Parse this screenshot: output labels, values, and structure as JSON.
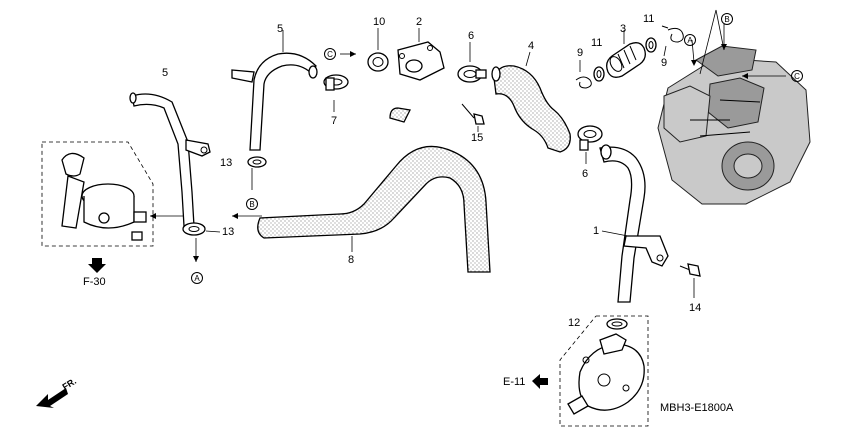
{
  "diagram": {
    "part_numbers": {
      "p1": "1",
      "p2": "2",
      "p3": "3",
      "p4": "4",
      "p5a": "5",
      "p5b": "5",
      "p6a": "6",
      "p6b": "6",
      "p7": "7",
      "p8": "8",
      "p9a": "9",
      "p9b": "9",
      "p10": "10",
      "p11a": "11",
      "p11b": "11",
      "p12": "12",
      "p13a": "13",
      "p13b": "13",
      "p14": "14",
      "p15": "15"
    },
    "connection_refs": {
      "a_left": "A",
      "a_right": "A",
      "b_left": "B",
      "b_right": "B",
      "c_top": "C",
      "c_right": "C"
    },
    "page_refs": {
      "f30": "F-30",
      "e11": "E-11"
    },
    "front_label": "FR.",
    "drawing_code": "MBH3-E1800A"
  }
}
